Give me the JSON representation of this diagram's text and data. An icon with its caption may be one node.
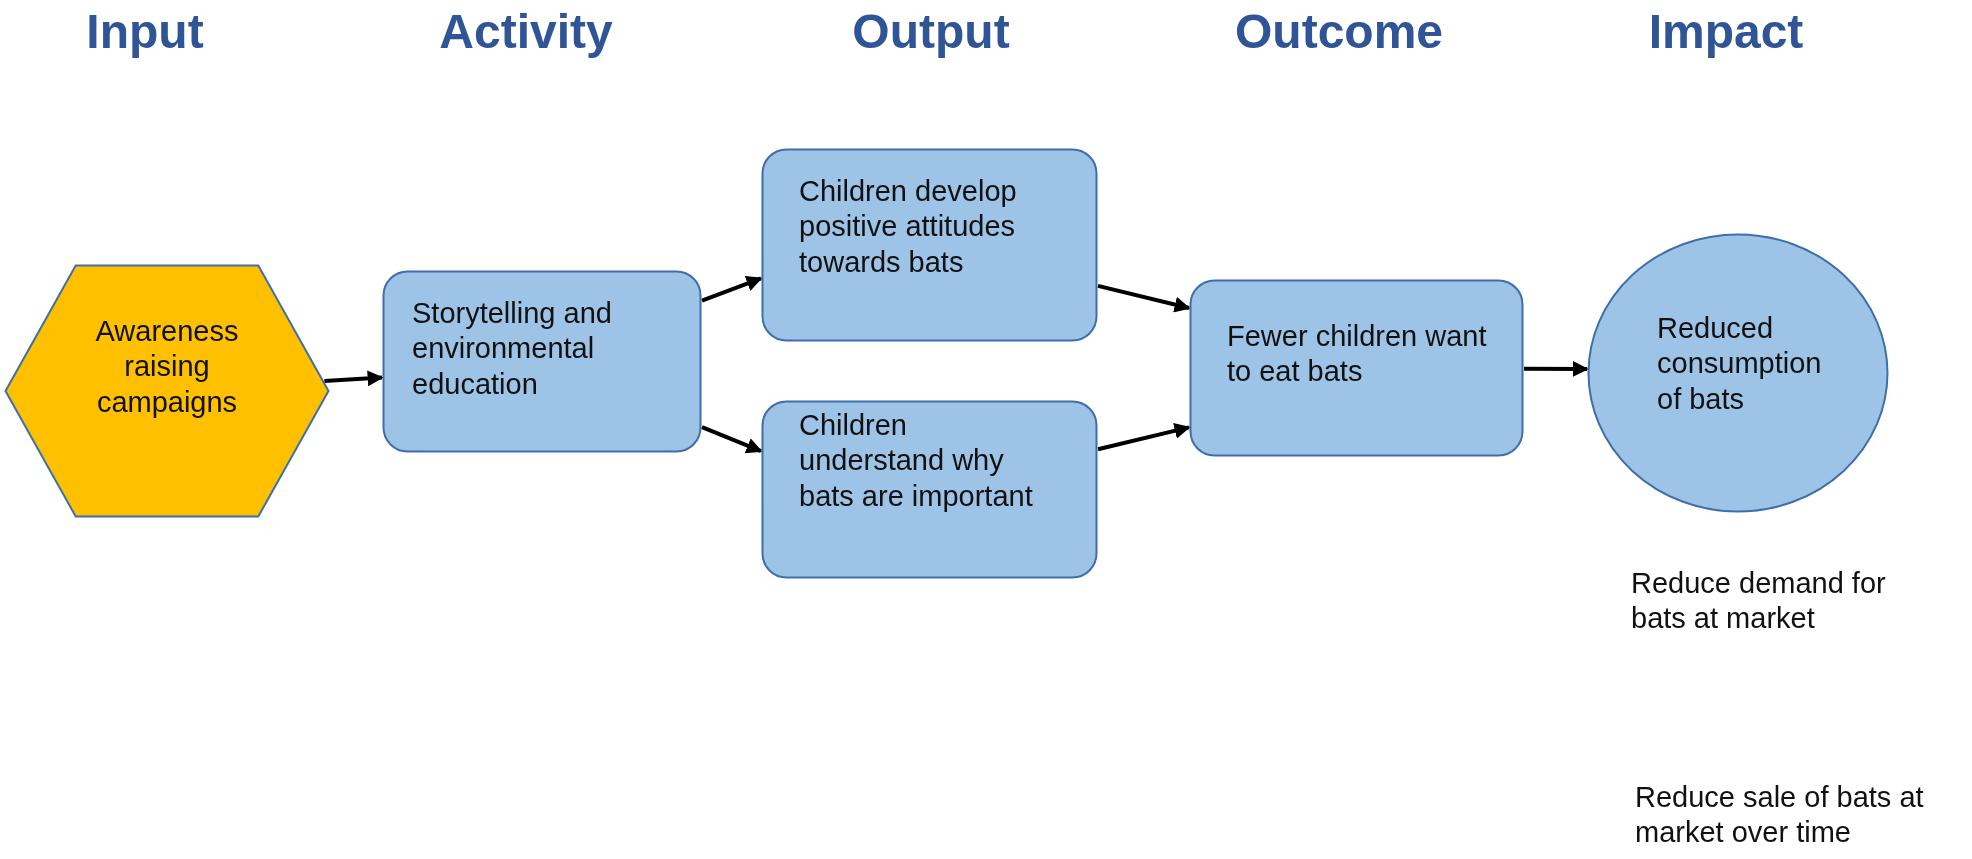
{
  "diagram": {
    "nodes": [
      {
        "text": [
          "Awareness raising campaigns"
        ]
      },
      {
        "text": [
          "Storytelling and environmental education"
        ]
      },
      {
        "text": [
          "Children develop positive attitudes towards bats"
        ]
      },
      {
        "text": [
          "Children understand why bats are important"
        ]
      },
      {
        "text": [
          "Fewer children want to eat bats"
        ]
      },
      {
        "text": [
          "Reduced consumption of bats"
        ]
      }
    ],
    "edges": [
      {
        "from": 0,
        "to": 1,
        "arrow": "to"
      },
      {
        "from": 1,
        "to": 2,
        "arrow": "to"
      },
      {
        "from": 1,
        "to": 3,
        "arrow": "to"
      },
      {
        "from": 2,
        "to": 4,
        "arrow": "to"
      },
      {
        "from": 3,
        "to": 4,
        "arrow": "to"
      },
      {
        "from": 4,
        "to": 5,
        "arrow": "to"
      }
    ],
    "labels": [
      "Input",
      "Activity",
      "Output",
      "Outcome",
      "Impact",
      "Reduce demand for bats at market",
      "Reduce sale of bats at market over time"
    ]
  }
}
